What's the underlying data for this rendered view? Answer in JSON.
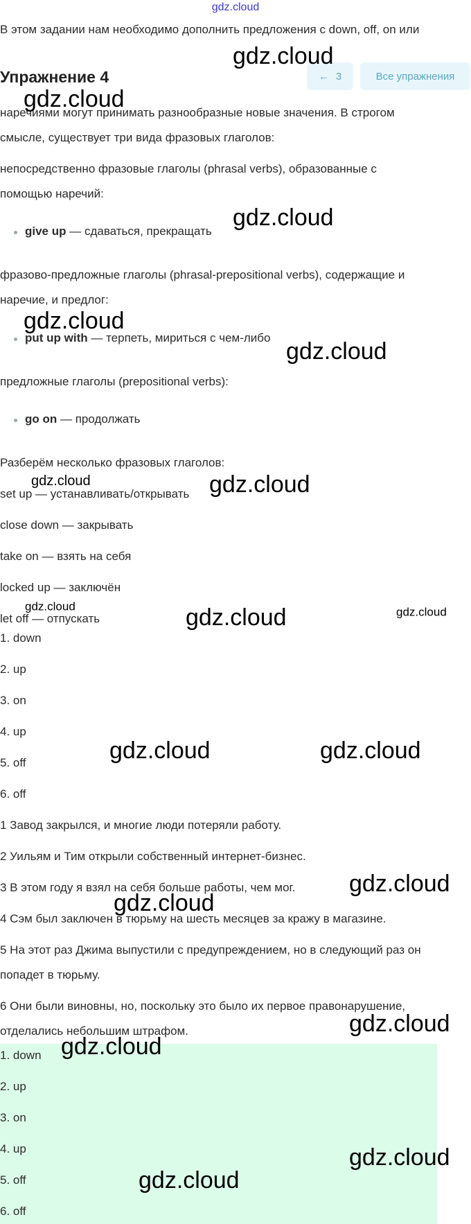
{
  "watermark": "gdz.cloud",
  "intro": "В этом задании нам необходимо дополнить предложения с down, off, on или",
  "title": "Упражнение 4",
  "nav": {
    "prev_arrow": "←",
    "prev_label": "3",
    "all_label": "Все упражнения"
  },
  "theory": {
    "p1a": "наречиями могут принимать разнообразные новые значения. В строгом",
    "p1b": "смысле, существует три вида фразовых глаголов:",
    "p2a": "непосредственно фразовые глаголы (phrasal verbs), образованные с",
    "p2b": "помощью наречий:",
    "b1_term": "give up",
    "b1_def": " — сдаваться, прекращать",
    "p3a": "фразово-предложные глаголы (phrasal-prepositional verbs), содержащие и",
    "p3b": "наречие, и предлог:",
    "b2_term": "put up with",
    "b2_def": " — терпеть, мириться с чем-либо",
    "p4": "предложные глаголы (prepositional verbs):",
    "b3_term": "go on",
    "b3_def": " — продолжать",
    "p5": "Разберём несколько фразовых глаголов:",
    "verbs": [
      "set up — устанавливать/открывать",
      "close down — закрывать",
      "take on — взять на себя",
      "locked up — заключён",
      "let off — отпускать"
    ]
  },
  "answers": [
    "1. down",
    "2. up",
    "3. on",
    "4. up",
    "5. off",
    "6. off"
  ],
  "translations": [
    "1 Завод закрылся, и многие люди потеряли работу.",
    "2 Уильям и Тим открыли собственный интернет-бизнес.",
    "3 В этом году я взял на себя больше работы, чем мог.",
    "4 Сэм был заключен в тюрьму на шесть месяцев за кражу в магазине.",
    "5 На этот раз Джима выпустили с предупреждением, но в следующий раз он",
    "попадет в тюрьму.",
    "6 Они были виновны, но, поскольку это было их первое правонарушение,",
    "отделались небольшим штрафом."
  ],
  "answer_box": [
    "1. down",
    "2. up",
    "3. on",
    "4. up",
    "5. off",
    "6. off"
  ]
}
